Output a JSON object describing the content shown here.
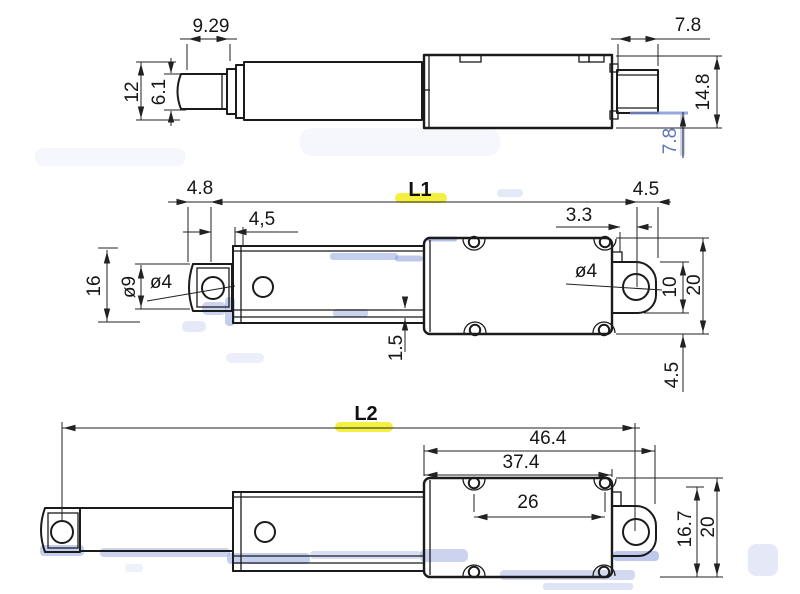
{
  "drawing_type": "linear-actuator-dimension-drawing",
  "colors": {
    "line": "#1b1b1b",
    "dimension": "#222222",
    "highlight_yellow": "#f3ef35",
    "watermark_blue": "#7d92d8",
    "blue_dimension_text": "#5f74b8"
  },
  "views": {
    "side_view": {
      "dims": {
        "rod_protrusion": "9.29",
        "tube_height": "12",
        "rod_diameter": "6.1",
        "rear_block_width": "7.8",
        "body_height": "14.8",
        "rear_offset": "7.8"
      }
    },
    "plan_view_retracted": {
      "length_label": "L1",
      "dims": {
        "rod_end_width": "4.8",
        "rod_end_gap": "4,5",
        "slider_height": "16",
        "rod_end_diameter": "ø9",
        "rod_end_hole": "ø4",
        "ear_hole": "ø4",
        "ear_hole_offset": "3.3",
        "ear_end_offset": "4.5",
        "ear_height": "10",
        "body_height": "20",
        "slider_lip": "1.5",
        "ear_drop": "4.5"
      }
    },
    "plan_view_extended": {
      "length_label": "L2",
      "dims": {
        "total_with_ear": "46.4",
        "body_length": "37.4",
        "screw_spacing": "26",
        "hole_to_base": "16.7",
        "body_height": "20"
      }
    }
  }
}
